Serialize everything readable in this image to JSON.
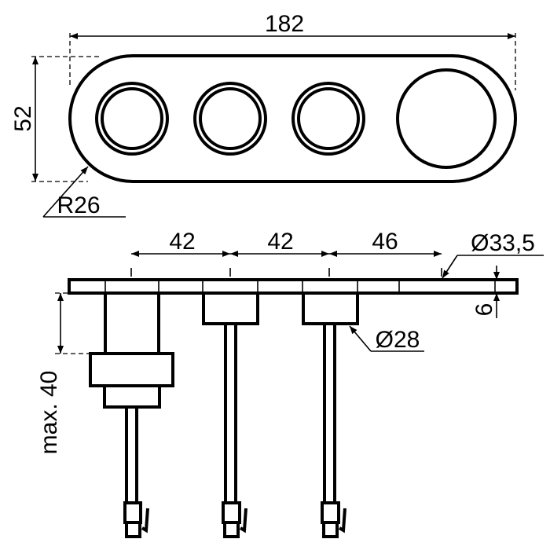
{
  "drawing": {
    "top_view": {
      "width_label": "182",
      "height_label": "52",
      "radius_label": "R26"
    },
    "side_view": {
      "spacing_labels": [
        "42",
        "42",
        "46"
      ],
      "plate_diameter_label": "Ø33,5",
      "plate_thickness_label": "6",
      "body_diameter_label": "Ø28",
      "max_depth_label": "max. 40"
    },
    "line_color": "#000000",
    "background_color": "#ffffff"
  }
}
